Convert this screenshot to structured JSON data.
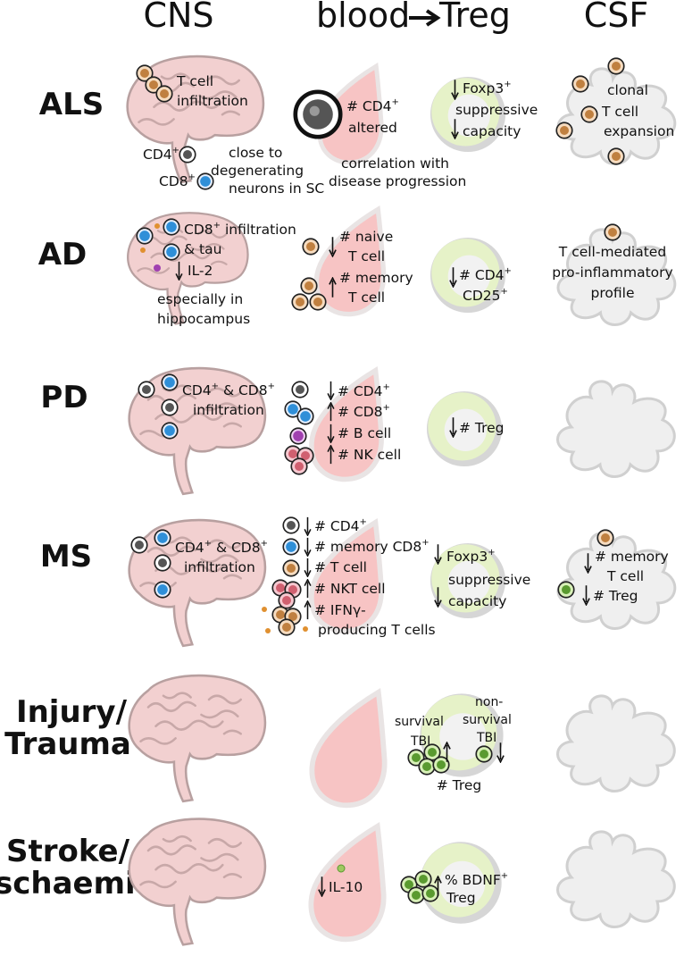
{
  "headers": {
    "cns": "CNS",
    "blood": "blood",
    "treg": "Treg",
    "csf": "CSF"
  },
  "rows": [
    {
      "name": "ALS",
      "cns": {
        "l1": "T cell",
        "l2": "infiltration",
        "cd4": "CD4",
        "cd8": "CD8",
        "n1": "close to",
        "n2": "degenerating",
        "n3": "neurons in SC"
      },
      "blood": {
        "l1": "# CD4",
        "l2": "altered",
        "c1": "correlation with",
        "c2": "disease progression"
      },
      "treg": {
        "l1": "Foxp3",
        "l2": "suppressive",
        "l3": "capacity"
      },
      "csf": {
        "l1": "clonal",
        "l2": "T cell",
        "l3": "expansion"
      }
    },
    {
      "name": "AD",
      "cns": {
        "l1": "CD8",
        "l1b": " infiltration",
        "l2": "& tau",
        "l3": "IL-2",
        "l4": "especially in",
        "l5": "hippocampus"
      },
      "blood": {
        "l1": "# naive",
        "l2": "T cell",
        "l3": "# memory",
        "l4": "T cell"
      },
      "treg": {
        "l1": "# CD4",
        "l2": "CD25"
      },
      "csf": {
        "l1": "T cell-mediated",
        "l2": "pro-inflammatory",
        "l3": "profile"
      }
    },
    {
      "name": "PD",
      "cns": {
        "l1": "CD4",
        "l1b": " & CD8",
        "l2": "infiltration"
      },
      "blood": {
        "l1": "# CD4",
        "l2": "# CD8",
        "l3": "# B cell",
        "l4": "# NK cell"
      },
      "treg": {
        "l1": "# Treg"
      }
    },
    {
      "name": "MS",
      "cns": {
        "l1": "CD4",
        "l1b": " & CD8",
        "l2": "infiltration"
      },
      "blood": {
        "l1": "# CD4",
        "l2": "# memory CD8",
        "l3": "# T cell",
        "l4": "# NKT cell",
        "l5": "# IFNγ-",
        "l6": "producing T cells"
      },
      "treg": {
        "l1": "Foxp3",
        "l2": "suppressive",
        "l3": "capacity"
      },
      "csf": {
        "l1": "# memory",
        "l2": "T cell",
        "l3": "# Treg"
      }
    },
    {
      "name1": "Injury/",
      "name2": "Trauma",
      "treg": {
        "s1": "survival",
        "s2": "TBI",
        "n1": "non-",
        "n2": "survival",
        "n3": "TBI",
        "bottom": "# Treg"
      }
    },
    {
      "name1": "Stroke/",
      "name2": "Ischaemia",
      "blood": {
        "l1": "IL-10"
      },
      "treg": {
        "l1": "% BDNF",
        "l2": "Treg"
      }
    }
  ],
  "colors": {
    "brain_fill": "#f2d0d0",
    "brain_stroke": "#b8a0a0",
    "blood_fill": "#f7c4c4",
    "treg_fill": "#e6f2c8",
    "csf_fill": "#efefef",
    "cd4": "#555555",
    "cd8": "#2f8fd8",
    "tcell": "#d4a06a",
    "bcell": "#a040b0",
    "nk": "#d06070",
    "treg_cell": "#5a9a30"
  },
  "icons": [
    "brain",
    "blood-drop",
    "treg-cell",
    "csf-blob",
    "cd4-cell",
    "cd8-cell",
    "t-cell",
    "b-cell",
    "nk-cell",
    "treg-small-cell",
    "arrow-up",
    "arrow-down",
    "arrow-right"
  ]
}
